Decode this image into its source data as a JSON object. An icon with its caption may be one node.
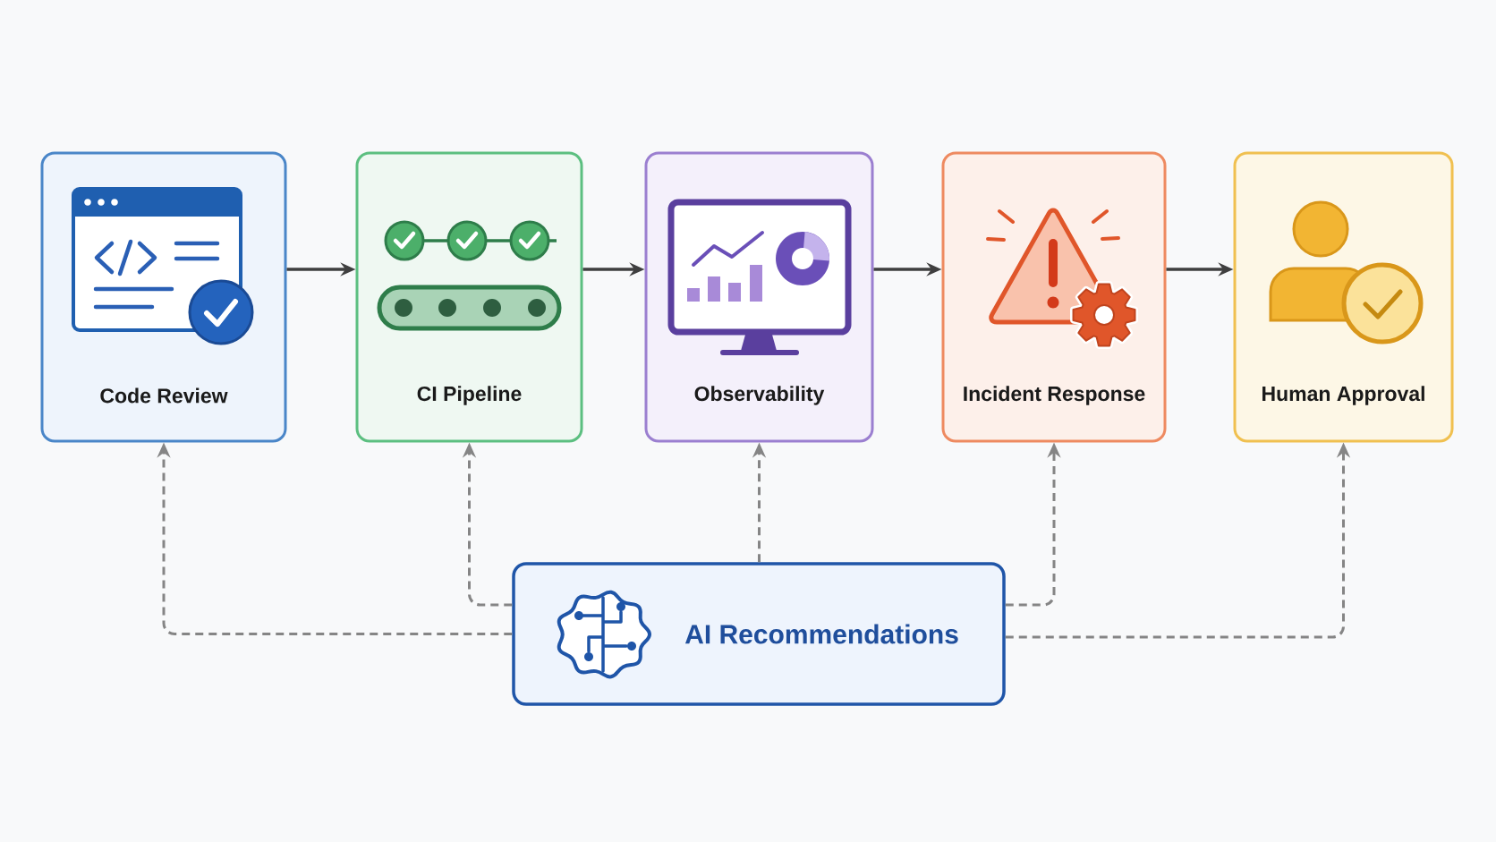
{
  "diagram": {
    "nodes": [
      {
        "text": [
          "Code Review"
        ]
      },
      {
        "text": [
          "CI Pipeline"
        ]
      },
      {
        "text": [
          "Observability"
        ]
      },
      {
        "text": [
          "Incident Response"
        ]
      },
      {
        "text": [
          "Human Approval"
        ]
      },
      {
        "text": [
          "AI Recommendations"
        ]
      }
    ],
    "edges": [
      {
        "from": 0,
        "to": 1,
        "arrow": "to",
        "color": "#3f3f3f"
      },
      {
        "from": 1,
        "to": 2,
        "arrow": "to",
        "color": "#3f3f3f"
      },
      {
        "from": 2,
        "to": 3,
        "arrow": "to",
        "color": "#3f3f3f"
      },
      {
        "from": 3,
        "to": 4,
        "arrow": "to",
        "color": "#3f3f3f"
      },
      {
        "from": 5,
        "to": 0,
        "arrow": "to",
        "style": "dashed"
      },
      {
        "from": 5,
        "to": 1,
        "arrow": "to",
        "style": "dashed"
      },
      {
        "from": 5,
        "to": 2,
        "arrow": "to",
        "style": "dashed"
      },
      {
        "from": 5,
        "to": 3,
        "arrow": "to",
        "style": "dashed"
      },
      {
        "from": 5,
        "to": 4,
        "arrow": "to",
        "style": "dashed"
      }
    ]
  }
}
